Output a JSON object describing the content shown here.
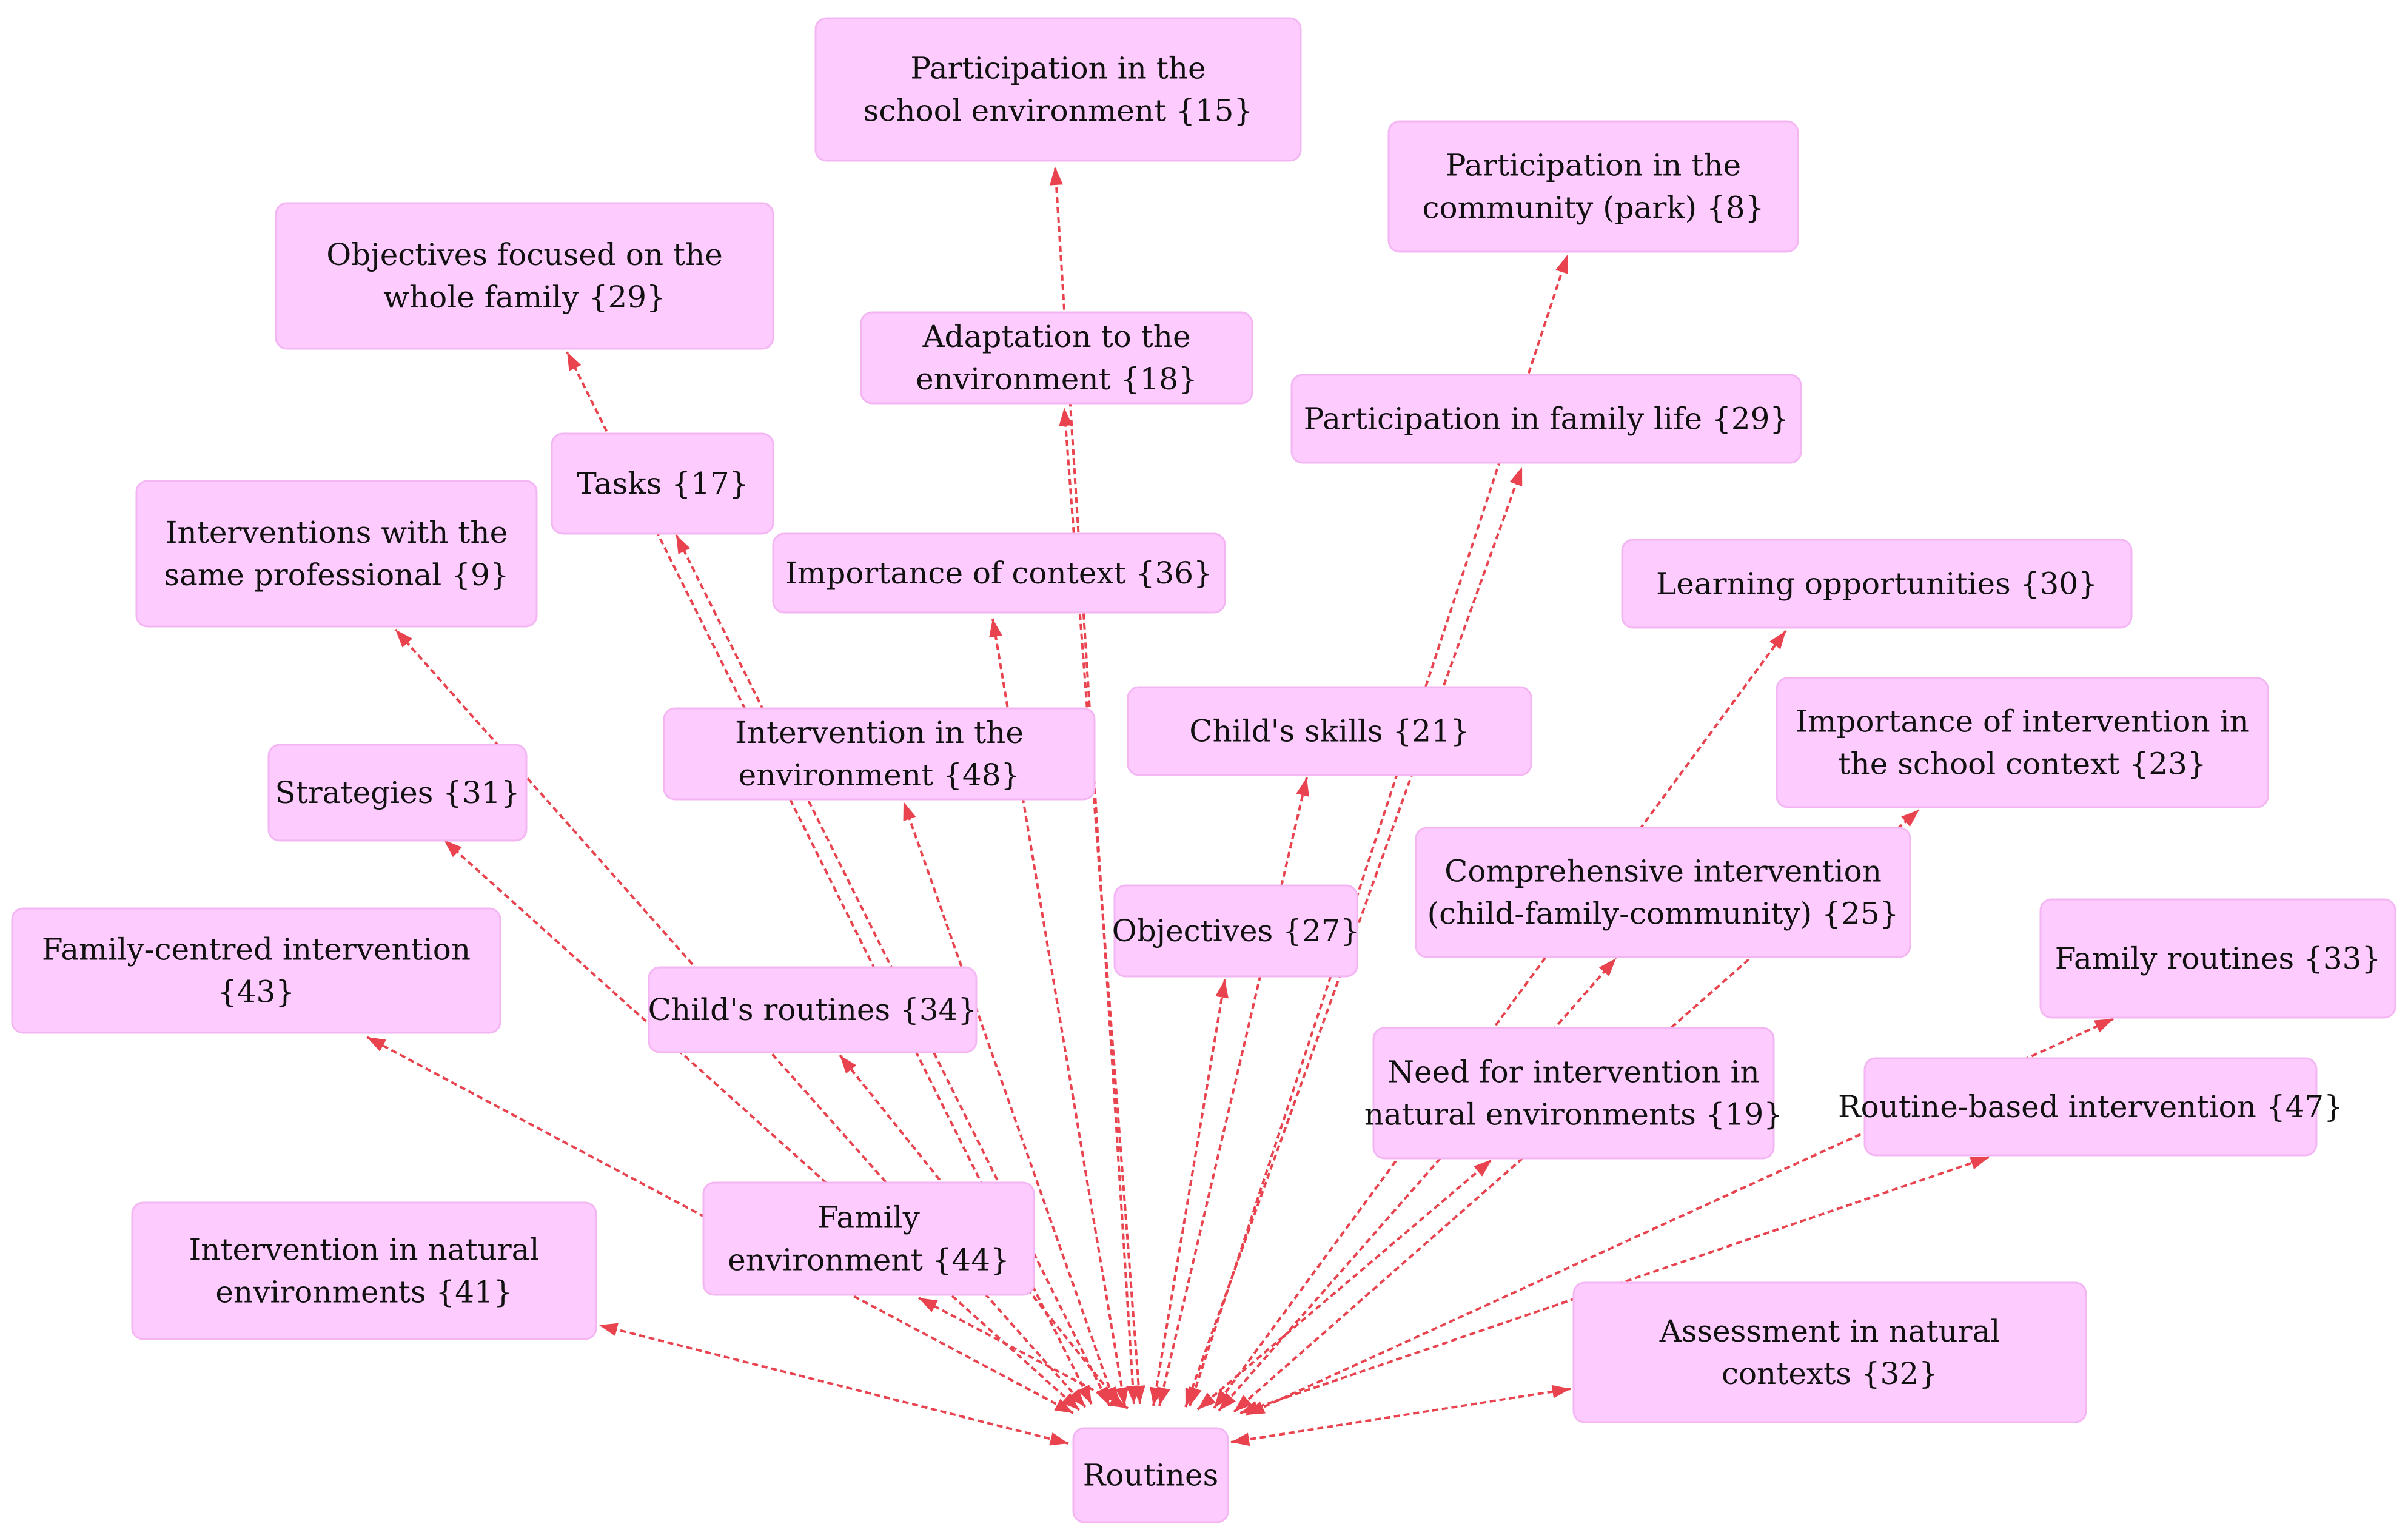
{
  "diagram": {
    "colors": {
      "node_fill": "#fecbfe",
      "node_border": "#f3b6f3",
      "edge": "#e8434e",
      "text": "#111111"
    },
    "hub": {
      "id": "routines",
      "label": [
        "Routines"
      ]
    },
    "nodes": [
      {
        "id": "participation-school",
        "label": [
          "Participation in the",
          "school environment {15}"
        ],
        "arrow": "out"
      },
      {
        "id": "participation-community",
        "label": [
          "Participation in the",
          "community (park) {8}"
        ],
        "arrow": "out"
      },
      {
        "id": "objectives-whole-family",
        "label": [
          "Objectives focused on the",
          "whole family {29}"
        ],
        "arrow": "out"
      },
      {
        "id": "adaptation-environment",
        "label": [
          "Adaptation to the",
          "environment {18}"
        ],
        "arrow": "out"
      },
      {
        "id": "participation-family-life",
        "label": [
          "Participation in family life {29}"
        ],
        "arrow": "out"
      },
      {
        "id": "tasks",
        "label": [
          "Tasks {17}"
        ],
        "arrow": "out"
      },
      {
        "id": "interventions-same-professional",
        "label": [
          "Interventions with the",
          "same professional {9}"
        ],
        "arrow": "out"
      },
      {
        "id": "importance-context",
        "label": [
          "Importance of context {36}"
        ],
        "arrow": "out"
      },
      {
        "id": "learning-opportunities",
        "label": [
          "Learning opportunities {30}"
        ],
        "arrow": "out"
      },
      {
        "id": "childs-skills",
        "label": [
          "Child's skills {21}"
        ],
        "arrow": "out"
      },
      {
        "id": "importance-school-context",
        "label": [
          "Importance of intervention in",
          "the school context {23}"
        ],
        "arrow": "out"
      },
      {
        "id": "intervention-environment",
        "label": [
          "Intervention in the",
          "environment {48}"
        ],
        "arrow": "out"
      },
      {
        "id": "strategies",
        "label": [
          "Strategies {31}"
        ],
        "arrow": "out"
      },
      {
        "id": "comprehensive-intervention",
        "label": [
          "Comprehensive intervention",
          "(child-family-community) {25}"
        ],
        "arrow": "out"
      },
      {
        "id": "objectives",
        "label": [
          "Objectives {27}"
        ],
        "arrow": "out"
      },
      {
        "id": "family-routines",
        "label": [
          "Family routines {33}"
        ],
        "arrow": "out"
      },
      {
        "id": "family-centred-intervention",
        "label": [
          "Family-centred intervention",
          "{43}"
        ],
        "arrow": "out"
      },
      {
        "id": "childs-routines",
        "label": [
          "Child's routines {34}"
        ],
        "arrow": "out"
      },
      {
        "id": "need-natural-environments",
        "label": [
          "Need for intervention in",
          "natural environments {19}"
        ],
        "arrow": "out"
      },
      {
        "id": "routine-based-intervention",
        "label": [
          "Routine-based intervention {47}"
        ],
        "arrow": "out"
      },
      {
        "id": "family-environment",
        "label": [
          "Family",
          "environment {44}"
        ],
        "arrow": "out"
      },
      {
        "id": "intervention-natural-environments",
        "label": [
          "Intervention in natural",
          "environments {41}"
        ],
        "arrow": "both"
      },
      {
        "id": "assessment-natural-contexts",
        "label": [
          "Assessment in natural",
          "contexts {32}"
        ],
        "arrow": "both"
      }
    ]
  }
}
